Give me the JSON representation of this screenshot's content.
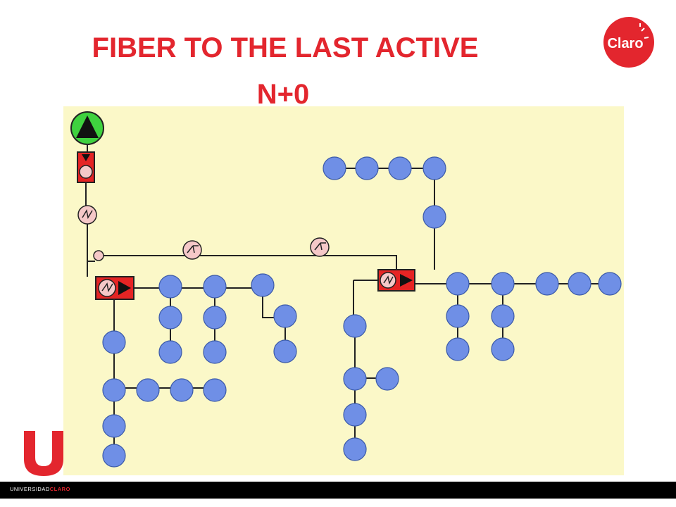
{
  "slide": {
    "title_line1": "FIBER TO THE LAST ACTIVE",
    "title_line2": "N+0"
  },
  "logos": {
    "claro_text": "Claro",
    "footer_prefix": "UNIVERSIDAD",
    "footer_brand": "CLARO"
  },
  "colors": {
    "title": "#e3262e",
    "diagram_background": "#fbf8c8",
    "tap_node": "#6f8fe6",
    "amplifier_box": "#e52424",
    "optical_node": "#f5c8c8",
    "headend": "#3fd23f"
  },
  "icons": [
    "headend-triangle-icon",
    "amplifier-icon",
    "optical-node-icon",
    "tap-node-icon"
  ]
}
